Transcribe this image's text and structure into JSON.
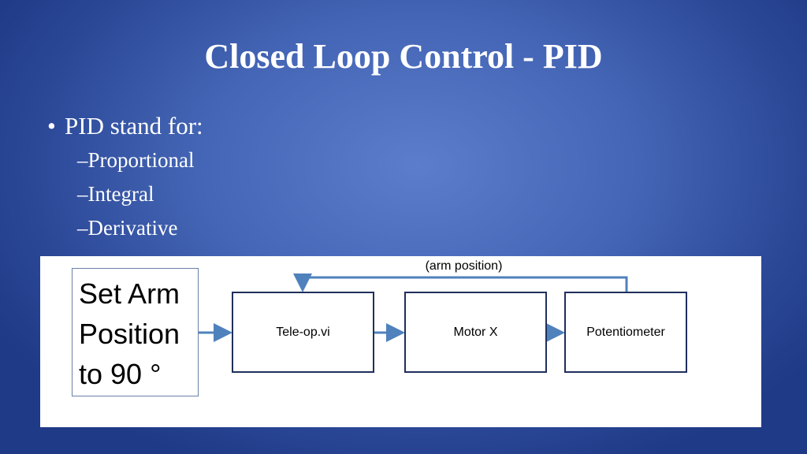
{
  "slide": {
    "title": "Closed Loop Control - PID",
    "bullet": "PID stand for:",
    "sub_items": [
      "Proportional",
      "Integral",
      "Derivative"
    ],
    "sub_marker": "–"
  },
  "diagram": {
    "setpoint": [
      "Set Arm",
      "Position",
      "to 90 °"
    ],
    "blocks": [
      "Tele-op.vi",
      "Motor X",
      "Potentiometer"
    ],
    "feedback_label": "(arm position)",
    "arrow_color": "#4f81bd",
    "border_color": "#1f2f5c"
  }
}
